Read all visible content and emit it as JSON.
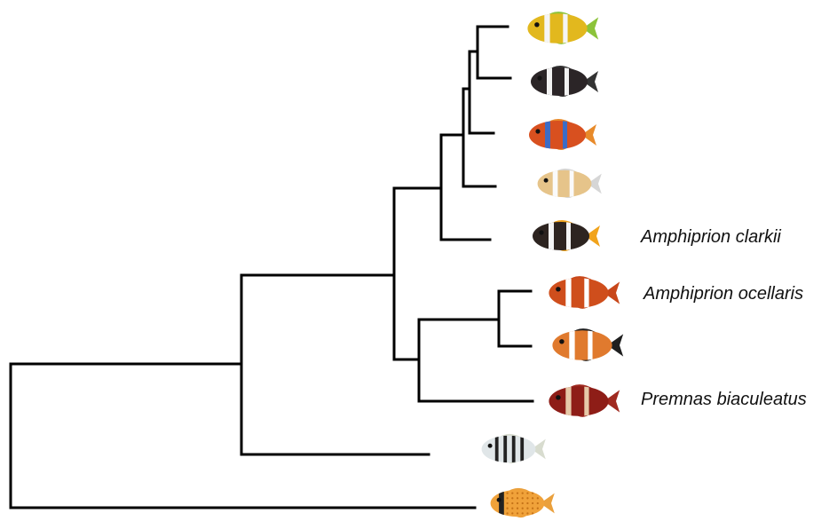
{
  "diagram": {
    "type": "phylogenetic-tree",
    "labels": {
      "clarkii": "Amphiprion clarkii",
      "ocellaris": "Amphiprion ocellaris",
      "premnas": "Premnas biaculeatus"
    },
    "tips": [
      {
        "id": "fish-1",
        "icon": "yellow-clownfish-icon",
        "colors": {
          "body": "#e2b81e",
          "band": "#f5f5f5",
          "fin": "#8cc33a"
        }
      },
      {
        "id": "fish-2",
        "icon": "black-clownfish-icon",
        "colors": {
          "body": "#2b2527",
          "band": "#f2f2f2",
          "fin": "#333333"
        }
      },
      {
        "id": "fish-3",
        "icon": "tomato-clownfish-icon",
        "colors": {
          "body": "#d8501f",
          "band": "#3c6cc6",
          "fin": "#e88a2a"
        }
      },
      {
        "id": "fish-4",
        "icon": "skunk-clownfish-icon",
        "colors": {
          "body": "#e6c48a",
          "band": "#fafafa",
          "fin": "#d6d6d6"
        }
      },
      {
        "id": "fish-5",
        "icon": "clark-anemonefish-icon",
        "label_key": "clarkii",
        "colors": {
          "body": "#2d2420",
          "band": "#f4f4f4",
          "fin": "#f1a31b"
        }
      },
      {
        "id": "fish-6",
        "icon": "ocellaris-clownfish-icon",
        "label_key": "ocellaris",
        "colors": {
          "body": "#cf4e1c",
          "band": "#ffffff",
          "fin": "#c8471a"
        }
      },
      {
        "id": "fish-7",
        "icon": "percula-clownfish-icon",
        "colors": {
          "body": "#e07a2e",
          "band": "#ffffff",
          "fin": "#1f1f1f"
        }
      },
      {
        "id": "fish-8",
        "icon": "maroon-clownfish-icon",
        "label_key": "premnas",
        "colors": {
          "body": "#8e1d17",
          "band": "#e6c9a8",
          "fin": "#a02a20"
        }
      },
      {
        "id": "fish-9",
        "icon": "sergeant-major-fish-icon",
        "colors": {
          "body": "#e0e6e8",
          "band": "#222222",
          "fin": "#d8dccf"
        }
      },
      {
        "id": "fish-10",
        "icon": "butterflyfish-icon",
        "colors": {
          "body": "#f0a23a",
          "band": "#222222",
          "fin": "#eaa03c"
        }
      }
    ]
  }
}
